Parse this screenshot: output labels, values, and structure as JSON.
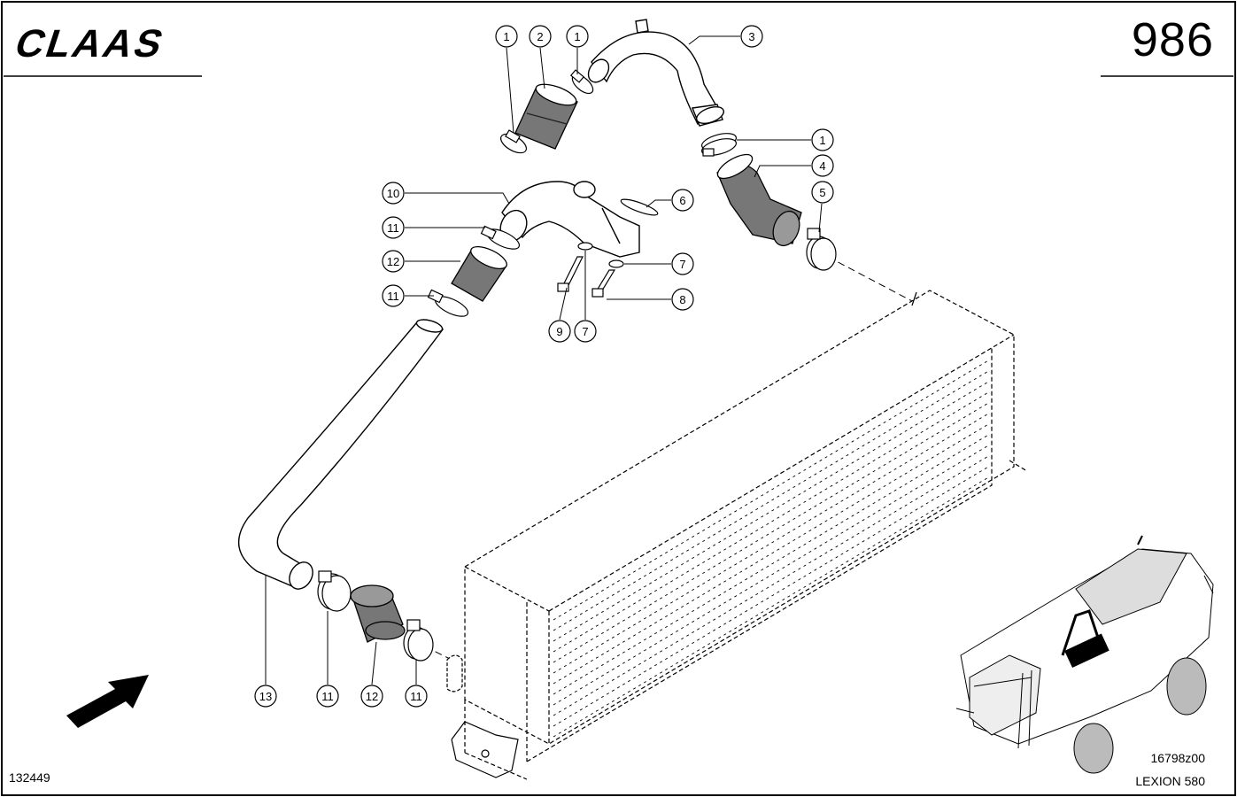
{
  "header": {
    "logo_text": "CLAAS",
    "page_number": "986"
  },
  "footer": {
    "drawing_number": "132449",
    "image_code": "16798z00",
    "model": "LEXION 580"
  },
  "callouts": [
    {
      "label": "1"
    },
    {
      "label": "2"
    },
    {
      "label": "1"
    },
    {
      "label": "3"
    },
    {
      "label": "1"
    },
    {
      "label": "4"
    },
    {
      "label": "5"
    },
    {
      "label": "10"
    },
    {
      "label": "6"
    },
    {
      "label": "11"
    },
    {
      "label": "12"
    },
    {
      "label": "7"
    },
    {
      "label": "11"
    },
    {
      "label": "8"
    },
    {
      "label": "9"
    },
    {
      "label": "7"
    },
    {
      "label": "13"
    },
    {
      "label": "11"
    },
    {
      "label": "12"
    },
    {
      "label": "11"
    }
  ]
}
